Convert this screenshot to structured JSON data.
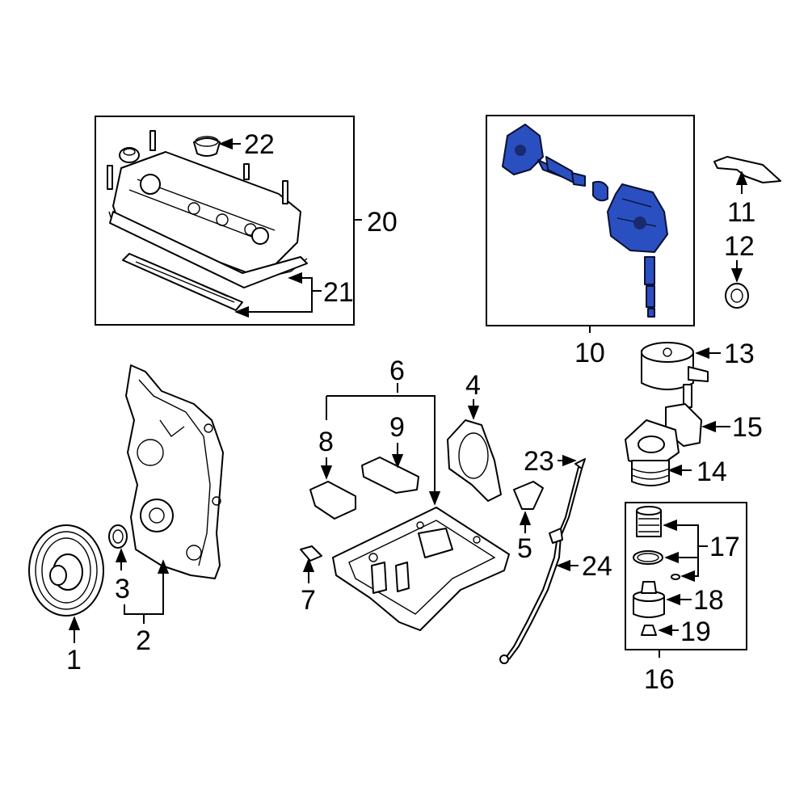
{
  "diagram": {
    "highlight_color": "#2a4fc0",
    "callouts": {
      "c1": "1",
      "c2": "2",
      "c3": "3",
      "c4": "4",
      "c5": "5",
      "c6": "6",
      "c7": "7",
      "c8": "8",
      "c9": "9",
      "c10": "10",
      "c11": "11",
      "c12": "12",
      "c13": "13",
      "c14": "14",
      "c15": "15",
      "c16": "16",
      "c17": "17",
      "c18": "18",
      "c19": "19",
      "c20": "20",
      "c21": "21",
      "c22": "22",
      "c23": "23",
      "c24": "24"
    }
  }
}
